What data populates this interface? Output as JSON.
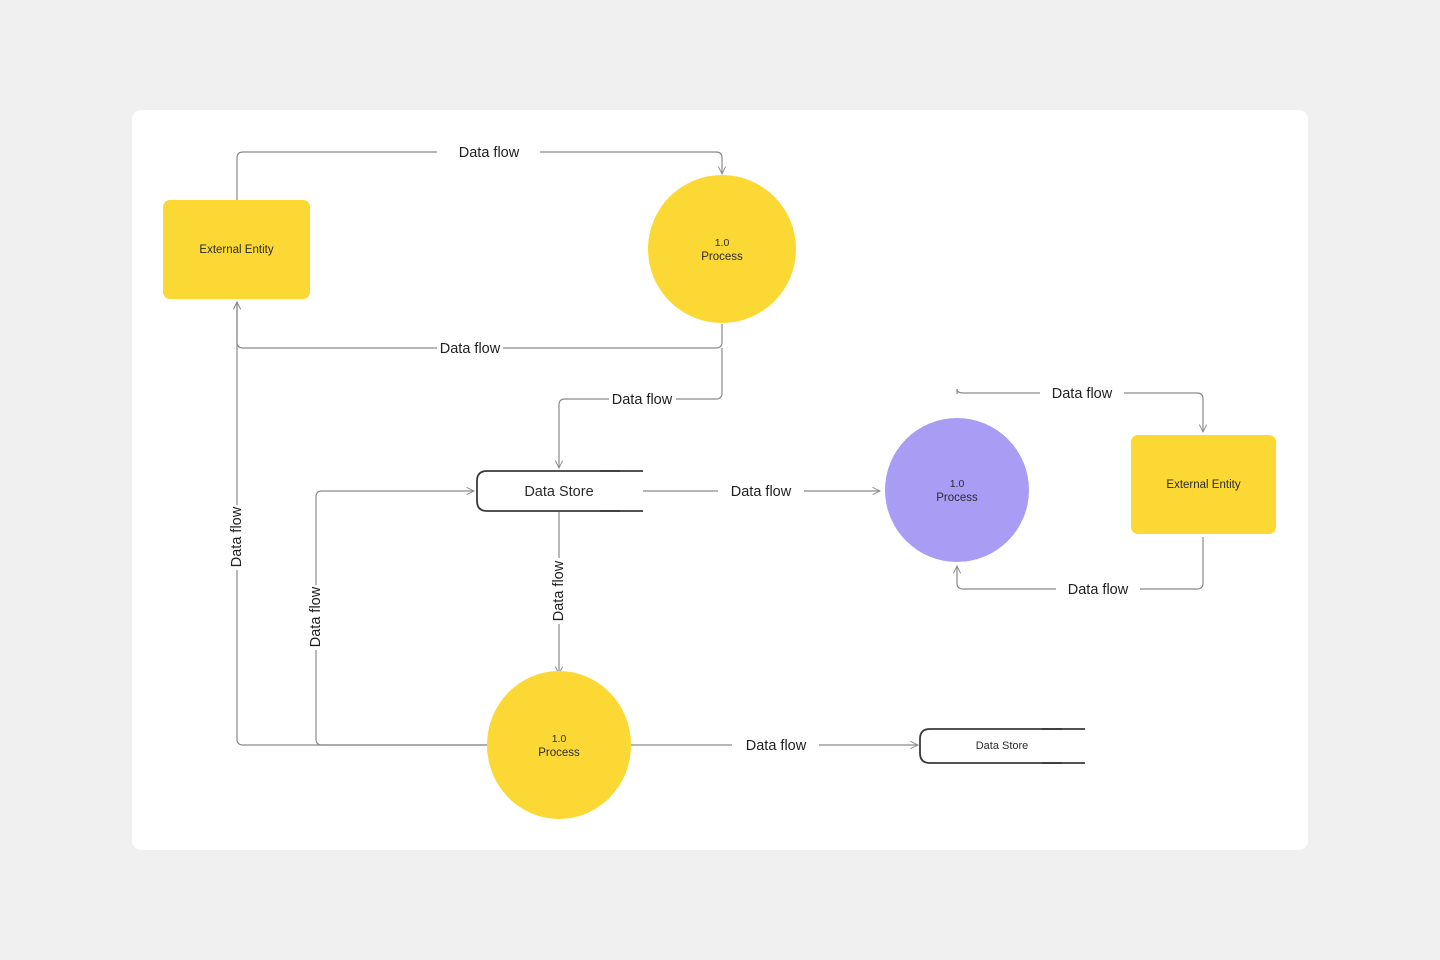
{
  "canvas": {
    "background_color": "#F0F0F0",
    "card_color": "#FFFFFF"
  },
  "palette": {
    "process_yellow": "#FCD834",
    "entity_yellow": "#FCD834",
    "process_purple": "#A99CF5",
    "edge_gray": "#8a8a8a",
    "edge_dark": "#3a3a3a",
    "text": "#2b2b2b"
  },
  "diagram": {
    "type": "data-flow-diagram",
    "nodes": [
      {
        "id": "entity-left",
        "kind": "external-entity",
        "label": "External Entity",
        "color": "#FCD834"
      },
      {
        "id": "process-top",
        "kind": "process",
        "number": "1.0",
        "name": "Process",
        "color": "#FCD834"
      },
      {
        "id": "store-middle",
        "kind": "data-store",
        "label": "Data Store"
      },
      {
        "id": "process-purple",
        "kind": "process",
        "number": "1.0",
        "name": "Process",
        "color": "#A99CF5"
      },
      {
        "id": "entity-right",
        "kind": "external-entity",
        "label": "External Entity",
        "color": "#FCD834"
      },
      {
        "id": "process-bottom",
        "kind": "process",
        "number": "1.0",
        "name": "Process",
        "color": "#FCD834"
      },
      {
        "id": "store-bottom",
        "kind": "data-store",
        "label": "Data Store"
      }
    ],
    "edges": [
      {
        "id": "flow-1",
        "label": "Data flow",
        "from": "entity-left",
        "to": "process-top",
        "orientation": "horizontal"
      },
      {
        "id": "flow-2",
        "label": "Data flow",
        "from": "process-top",
        "to": "entity-left",
        "orientation": "horizontal"
      },
      {
        "id": "flow-3",
        "label": "Data flow",
        "from": "process-top",
        "to": "store-middle",
        "orientation": "horizontal"
      },
      {
        "id": "flow-4",
        "label": "Data flow",
        "from": "store-middle",
        "to": "process-purple",
        "orientation": "horizontal"
      },
      {
        "id": "flow-5",
        "label": "Data flow",
        "from": "process-purple",
        "to": "entity-right",
        "orientation": "horizontal"
      },
      {
        "id": "flow-6",
        "label": "Data flow",
        "from": "entity-right",
        "to": "process-purple",
        "orientation": "horizontal"
      },
      {
        "id": "flow-7",
        "label": "Data flow",
        "from": "store-middle",
        "to": "process-bottom",
        "orientation": "vertical"
      },
      {
        "id": "flow-8",
        "label": "Data flow",
        "from": "process-bottom",
        "to": "store-bottom",
        "orientation": "horizontal"
      },
      {
        "id": "flow-9",
        "label": "Data flow",
        "from": "process-bottom",
        "to": "entity-left",
        "orientation": "vertical"
      },
      {
        "id": "flow-10",
        "label": "Data flow",
        "from": "process-bottom",
        "to": "store-middle",
        "orientation": "vertical"
      }
    ]
  },
  "labels": {
    "external_entity": "External Entity",
    "data_store": "Data Store",
    "process_number": "1.0",
    "process_name": "Process",
    "data_flow": "Data flow"
  }
}
